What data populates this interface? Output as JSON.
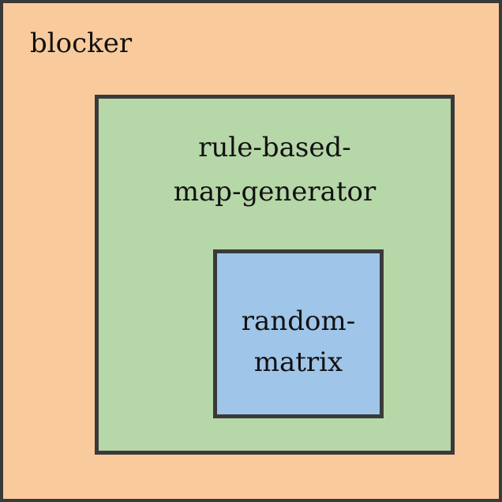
{
  "outer": {
    "label": "blocker",
    "fill": "#f9cb9c"
  },
  "middle": {
    "label_line1": "rule-based-",
    "label_line2": "map-generator",
    "fill": "#b6d7a8"
  },
  "inner": {
    "label_line1": "random-",
    "label_line2": "matrix",
    "fill": "#9fc5e8"
  },
  "border_color": "#3a3a3a"
}
